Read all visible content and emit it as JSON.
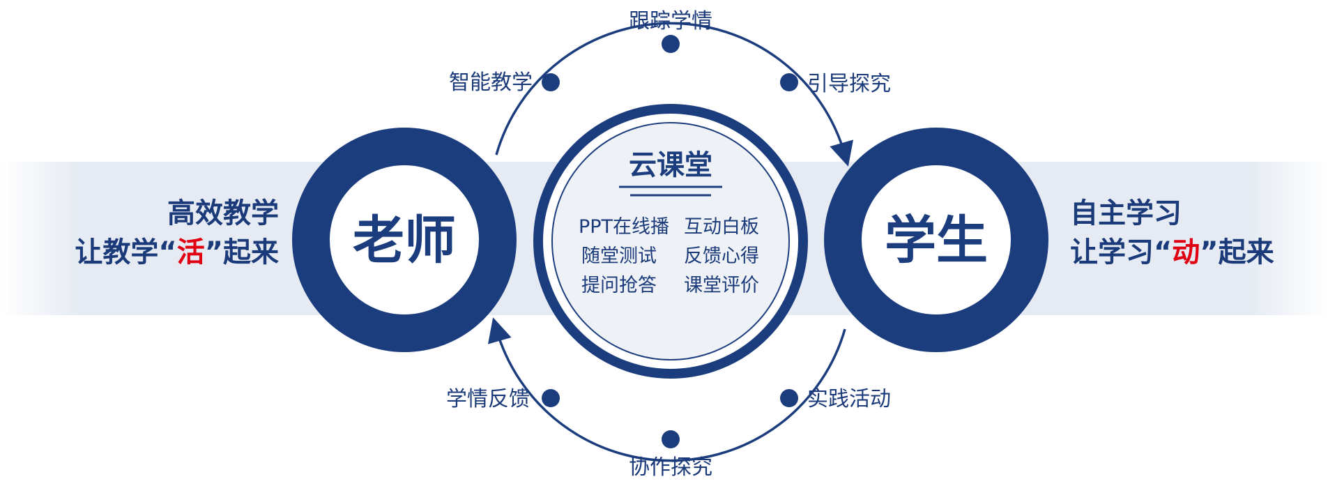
{
  "colors": {
    "primary": "#1b3d7e",
    "text": "#1b3a7a",
    "highlight": "#e00012",
    "band": "#e6ebf3"
  },
  "center": {
    "title": "云课堂",
    "features": [
      "PPT在线播",
      "互动白板",
      "随堂测试",
      "反馈心得",
      "提问抢答",
      "课堂评价"
    ]
  },
  "left_node": {
    "label": "老师"
  },
  "right_node": {
    "label": "学生"
  },
  "cycle_steps": [
    "跟踪学情",
    "引导探究",
    "实践活动",
    "协作探究",
    "学情反馈",
    "智能教学"
  ],
  "left_slogan": {
    "line1": "高效教学",
    "line2_prefix": "让教学“",
    "line2_highlight": "活",
    "line2_suffix": "”起来"
  },
  "right_slogan": {
    "line1": "自主学习",
    "line2_prefix": "让学习“",
    "line2_highlight": "动",
    "line2_suffix": "”起来"
  }
}
